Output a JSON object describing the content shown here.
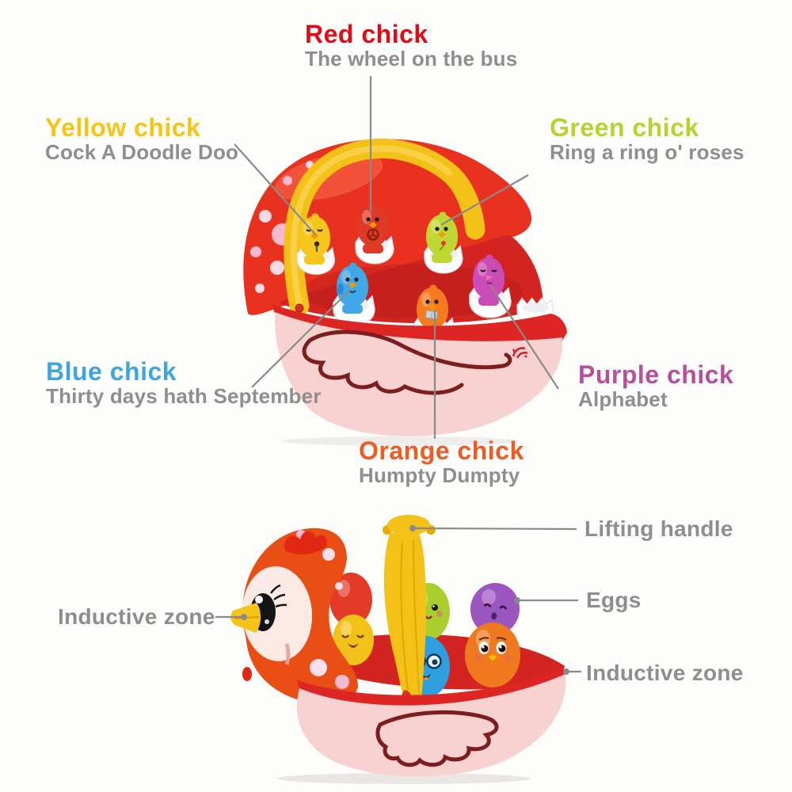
{
  "page": {
    "background_color": "#fdfdfc"
  },
  "colors": {
    "label_gray": "#8e8e8e",
    "leader_line": "#8a8a8a",
    "basket_dome_red": "#e8321f",
    "basket_interior_red": "#d22420",
    "basket_bowl_pink": "#f7d2d1",
    "basket_rim_red": "#dd2524",
    "handle_yellow": "#f4c118",
    "eggshell_white": "#ffffff",
    "wing_outline": "#7d1d1d",
    "polka_dot_pink": "#f6b9ce",
    "hen_orange": "#e94e15",
    "hen_face_cream": "#fbeae4",
    "hen_beak_yellow": "#f6c51a",
    "hen_comb_red": "#e02815"
  },
  "chick_colors": {
    "yellow": "#f7c61c",
    "red": "#df3a28",
    "green": "#c0d733",
    "blue": "#41a7e6",
    "orange": "#f47b20",
    "purple": "#cb4cb4"
  },
  "egg_colors": {
    "red": "#e23b28",
    "yellow": "#f2c21a",
    "green": "#a9cf2f",
    "purple": "#9c56c0",
    "blue": "#2f9fdf",
    "orange": "#f0791f"
  },
  "top_diagram": {
    "callouts": [
      {
        "id": "red-chick",
        "title": "Red chick",
        "song": "The wheel on the bus",
        "color": "#e60915"
      },
      {
        "id": "yellow-chick",
        "title": "Yellow chick",
        "song": "Cock A Doodle Doo",
        "color": "#f6c513"
      },
      {
        "id": "green-chick",
        "title": "Green chick",
        "song": "Ring a ring o' roses",
        "color": "#b8d232"
      },
      {
        "id": "blue-chick",
        "title": "Blue chick",
        "song": "Thirty days hath September",
        "color": "#3fa5df"
      },
      {
        "id": "purple-chick",
        "title": "Purple chick",
        "song": "Alphabet",
        "color": "#b4509e"
      },
      {
        "id": "orange-chick",
        "title": "Orange chick",
        "song": "Humpty Dumpty",
        "color": "#f05b22"
      }
    ]
  },
  "bottom_diagram": {
    "callouts": [
      {
        "id": "lifting-handle",
        "label": "Lifting handle"
      },
      {
        "id": "eggs",
        "label": "Eggs"
      },
      {
        "id": "inductive-zone-right",
        "label": "Inductive zone"
      },
      {
        "id": "inductive-zone-left",
        "label": "Inductive zone"
      }
    ]
  }
}
